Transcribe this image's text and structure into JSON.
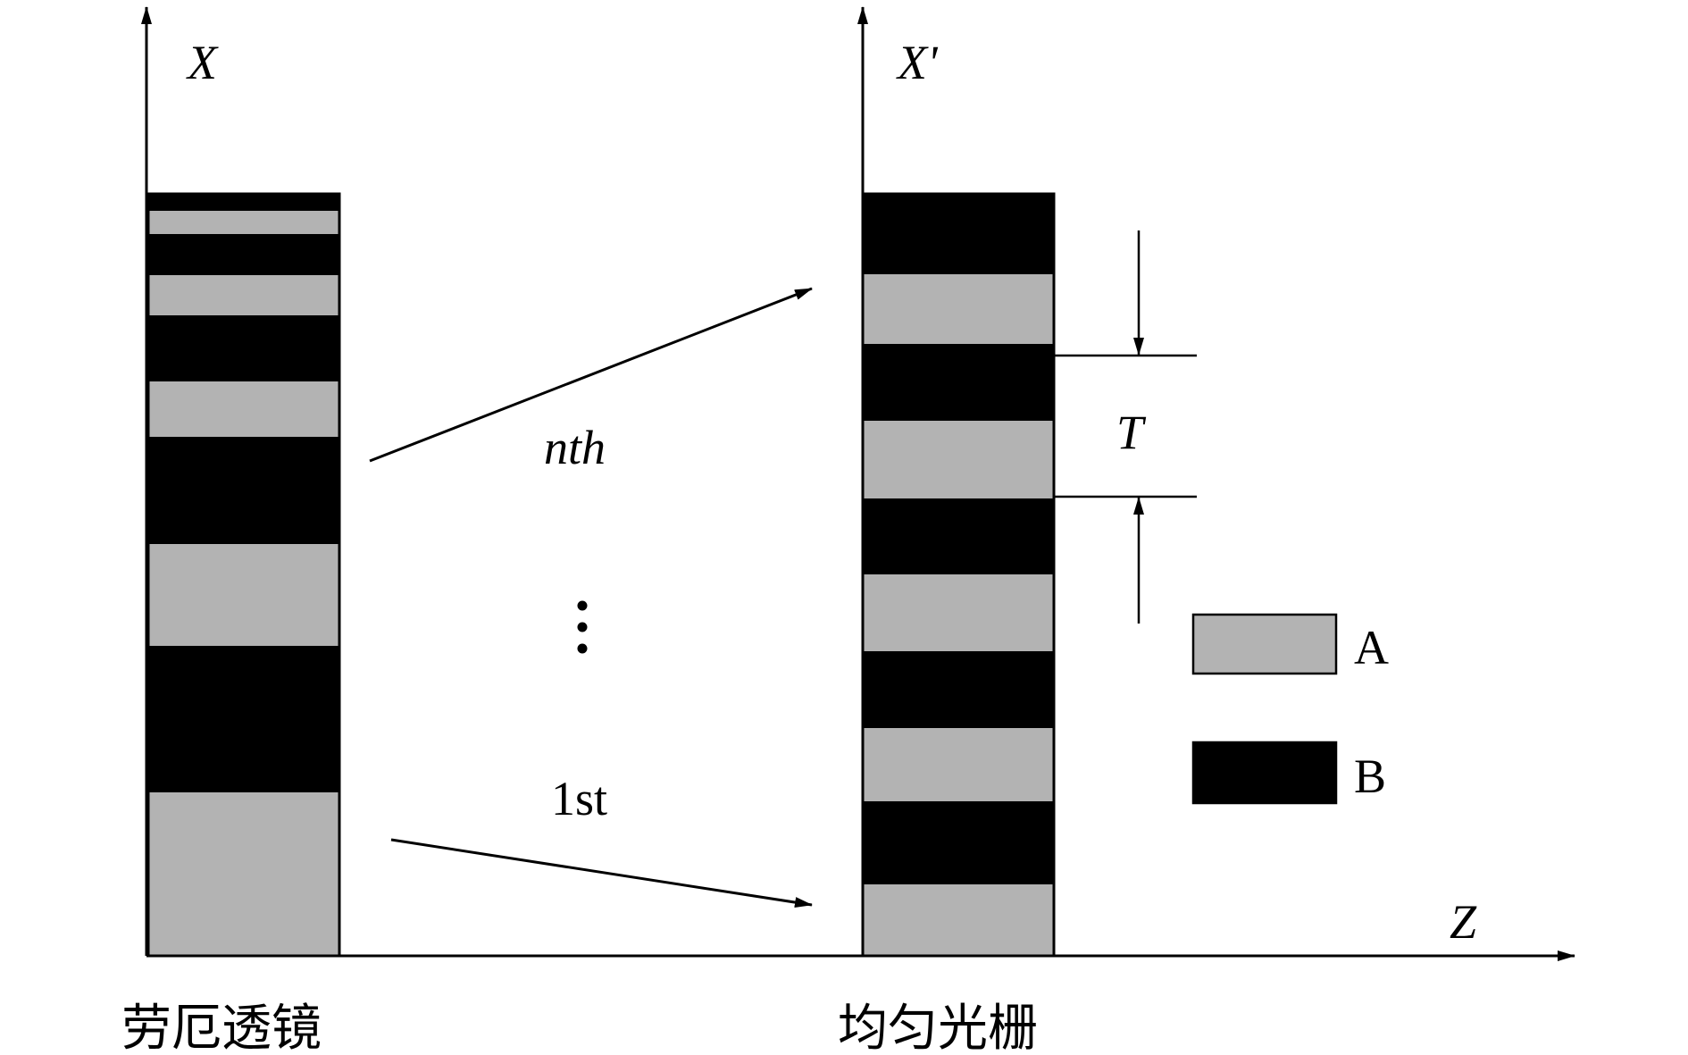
{
  "axes": {
    "left_vertical": "X",
    "right_vertical": "X'",
    "horizontal": "Z"
  },
  "structures": {
    "left_caption": "劳厄透镜",
    "right_caption": "均匀光栅",
    "left_pattern": [
      "B",
      "A",
      "B",
      "A",
      "B",
      "A",
      "B",
      "A",
      "B",
      "A"
    ],
    "right_pattern": [
      "B",
      "A",
      "B",
      "A",
      "B",
      "A",
      "B",
      "A",
      "B",
      "A"
    ]
  },
  "annotations": {
    "upper_arrow_label": "nth",
    "lower_arrow_label": "1st",
    "ellipsis": "⋮",
    "period_label": "T"
  },
  "legend": [
    {
      "key": "A",
      "label": "A",
      "color": "#b3b3b3"
    },
    {
      "key": "B",
      "label": "B",
      "color": "#000000"
    }
  ],
  "colors": {
    "material_a": "#b3b3b3",
    "material_b": "#000000",
    "line": "#000000",
    "background": "#ffffff"
  }
}
